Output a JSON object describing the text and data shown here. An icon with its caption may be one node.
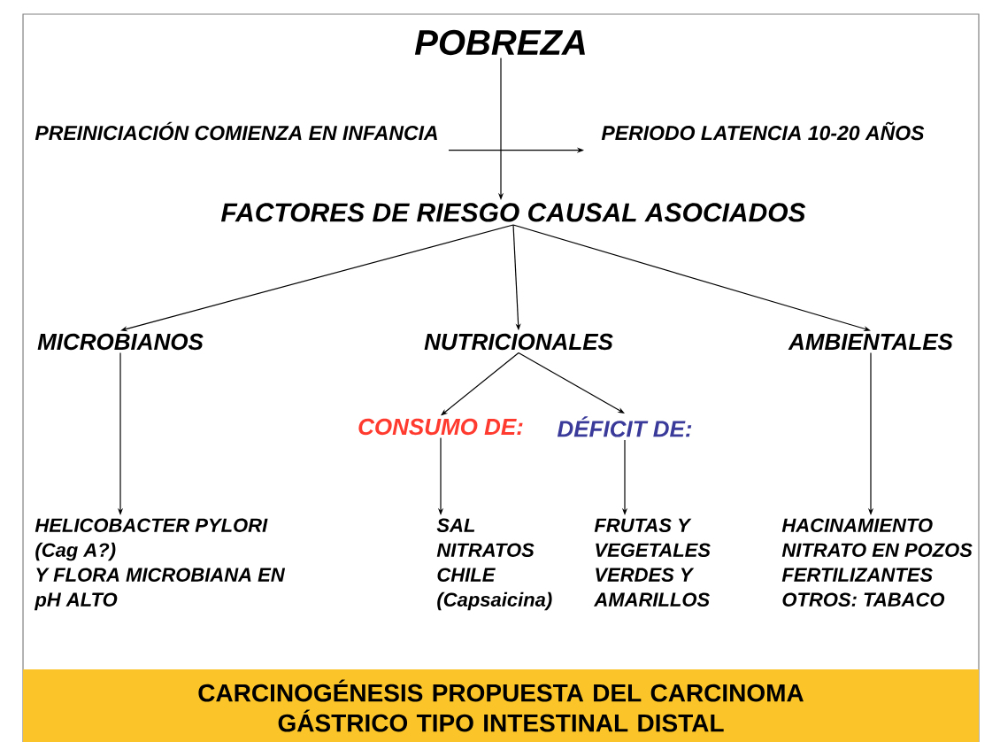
{
  "diagram": {
    "caption": "CARCINOGÉNESIS PROPUESTA  DEL CARCINOMA GÁSTRICO TIPO INTESTINAL DISTAL",
    "nodes": [
      {
        "text": [
          "POBREZA"
        ]
      },
      {
        "text": [
          "PREINICIACIÓN COMIENZA EN INFANCIA"
        ]
      },
      {
        "text": [
          "PERIODO LATENCIA 10-20 AÑOS"
        ]
      },
      {
        "text": [
          "FACTORES DE RIESGO CAUSAL ASOCIADOS"
        ]
      },
      {
        "text": [
          "MICROBIANOS"
        ]
      },
      {
        "text": [
          "NUTRICIONALES"
        ]
      },
      {
        "text": [
          "AMBIENTALES"
        ]
      },
      {
        "text": [
          "CONSUMO DE:"
        ]
      },
      {
        "text": [
          "DÉFICIT DE:"
        ]
      },
      {
        "text": [
          "HELICOBACTER PYLORI",
          "(Cag A?)",
          "Y   FLORA MICROBIANA EN",
          "pH ALTO"
        ]
      },
      {
        "text": [
          "SAL",
          "NITRATOS",
          "CHILE",
          "(Capsaicina)"
        ]
      },
      {
        "text": [
          "FRUTAS Y",
          "VEGETALES",
          "VERDES Y",
          "AMARILLOS"
        ]
      },
      {
        "text": [
          "HACINAMIENTO",
          "NITRATO EN POZOS",
          "FERTILIZANTES",
          "OTROS: TABACO"
        ]
      }
    ],
    "edges": [
      {
        "from": 0,
        "to": 3,
        "arrow": "to"
      },
      {
        "from": 1,
        "to": 2,
        "arrow": "to"
      },
      {
        "from": 3,
        "to": 4,
        "arrow": "to"
      },
      {
        "from": 3,
        "to": 5,
        "arrow": "to"
      },
      {
        "from": 3,
        "to": 6,
        "arrow": "to"
      },
      {
        "from": 4,
        "to": 9,
        "arrow": "to"
      },
      {
        "from": 5,
        "to": 7,
        "arrow": "to"
      },
      {
        "from": 5,
        "to": 8,
        "arrow": "to"
      },
      {
        "from": 7,
        "to": 10,
        "arrow": "to"
      },
      {
        "from": 8,
        "to": 11,
        "arrow": "to"
      },
      {
        "from": 6,
        "to": 12,
        "arrow": "to"
      }
    ]
  }
}
